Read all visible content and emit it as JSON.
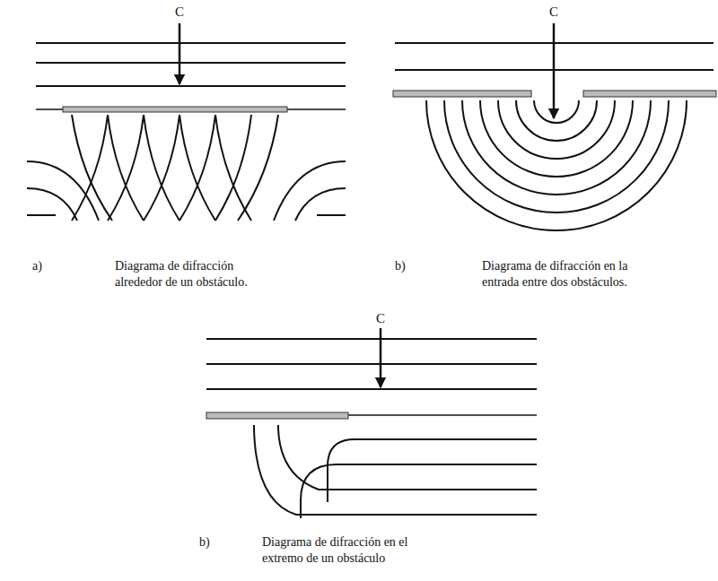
{
  "diagram": {
    "labels": [
      "C",
      "C",
      "C",
      "a)",
      "Diagrama de difracción alrededor de un obstáculo.",
      "b)",
      "Diagrama de difracción en la entrada entre dos obstáculos.",
      "b)",
      "Diagrama de difracción en el extremo de un obstáculo"
    ]
  }
}
